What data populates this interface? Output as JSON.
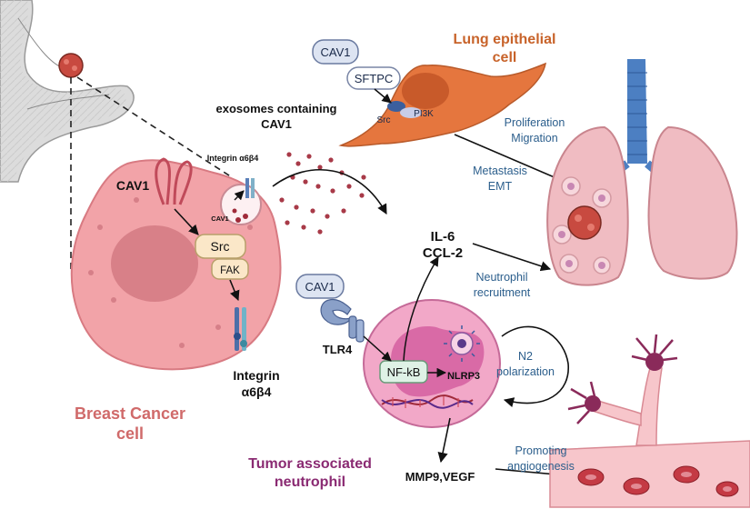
{
  "labels": {
    "lung_title_1": "Lung epithelial",
    "lung_title_2": "cell",
    "cav1": "CAV1",
    "sftpc": "SFTPC",
    "src_small": "Src",
    "pi3k": "PI3K",
    "exosomes_1": "exosomes containing",
    "exosomes_2": "CAV1",
    "proliferation": "Proliferation",
    "migration": "Migration",
    "metastasis": "Metastasis",
    "emt": "EMT",
    "integrin_top": "Integrin α6β4",
    "cav1_exo": "CAV1",
    "cav1_cell": "CAV1",
    "src": "Src",
    "fak": "FAK",
    "integrin_1": "Integrin",
    "integrin_2": "α6β4",
    "il6": "IL-6",
    "ccl2": "CCL-2",
    "neutrophil_1": "Neutrophil",
    "neutrophil_2": "recruitment",
    "cav1_tlr": "CAV1",
    "tlr4": "TLR4",
    "nfkb": "NF-kB",
    "nlrp3": "NLRP3",
    "n2_1": "N2",
    "n2_2": "polarization",
    "bc_1": "Breast Cancer",
    "bc_2": "cell",
    "tan_1": "Tumor associated",
    "tan_2": "neutrophil",
    "mmp9": "MMP9,VEGF",
    "promoting_1": "Promoting",
    "promoting_2": "angiogenesis"
  },
  "colors": {
    "lung_title": "#c8632a",
    "breast_title": "#d06a6a",
    "tan_title": "#8a2a72",
    "blue_text": "#2b5e8c",
    "cancer_cell": "#f2a3a8",
    "nucleus": "#d88088",
    "lung_cell": "#e5763e",
    "neutrophil": "#f2a8c8",
    "lung_tissue": "#f0bcc2",
    "trachea": "#4c7fc2"
  }
}
